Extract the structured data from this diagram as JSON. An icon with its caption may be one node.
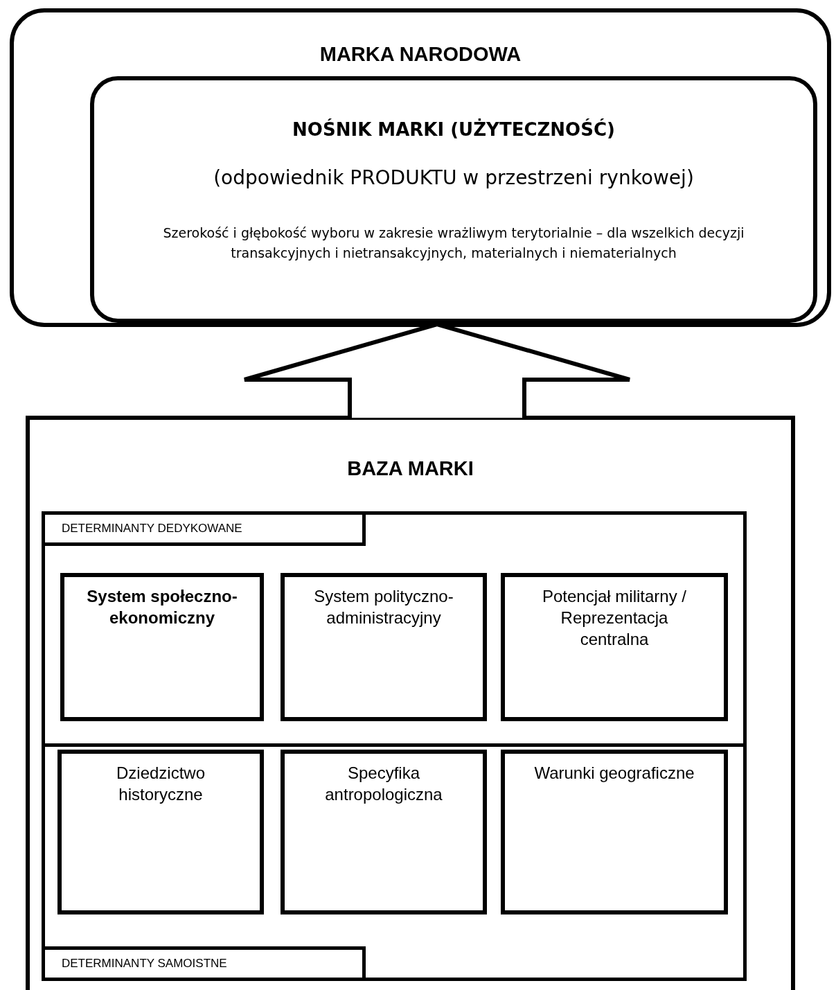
{
  "diagram": {
    "nodes": [
      {
        "text": [
          "MARKA NARODOWA"
        ]
      },
      {
        "text": [
          "NOŚNIK MARKI (UŻYTECZNOŚĆ)",
          "(odpowiednik PRODUKTU w przestrzeni rynkowej)",
          "Szerokość i głębokość wyboru w zakresie wrażliwym terytorialnie – dla wszelkich decyzji transakcyjnych i nietransakcyjnych, materialnych i niematerialnych"
        ],
        "in": 0
      },
      {
        "text": [
          "BAZA MARKI"
        ]
      },
      {
        "text": [
          "DETERMINANTY DEDYKOWANE"
        ],
        "in": 2
      },
      {
        "text": [
          "System społeczno-ekonomiczny"
        ],
        "in": 3
      },
      {
        "text": [
          "System polityczno-administracyjny"
        ],
        "in": 3
      },
      {
        "text": [
          "Potencjał militarny / Reprezentacja centralna"
        ],
        "in": 3
      },
      {
        "text": [
          "DETERMINANTY SAMOISTNE"
        ],
        "in": 2
      },
      {
        "text": [
          "Dziedzictwo historyczne"
        ],
        "in": 7
      },
      {
        "text": [
          "Specyfika antropologiczna"
        ],
        "in": 7
      },
      {
        "text": [
          "Warunki geograficzne"
        ],
        "in": 7
      }
    ],
    "edges": [
      {
        "from": 2,
        "to": 1,
        "arrow": "to",
        "style": "thick"
      }
    ]
  }
}
